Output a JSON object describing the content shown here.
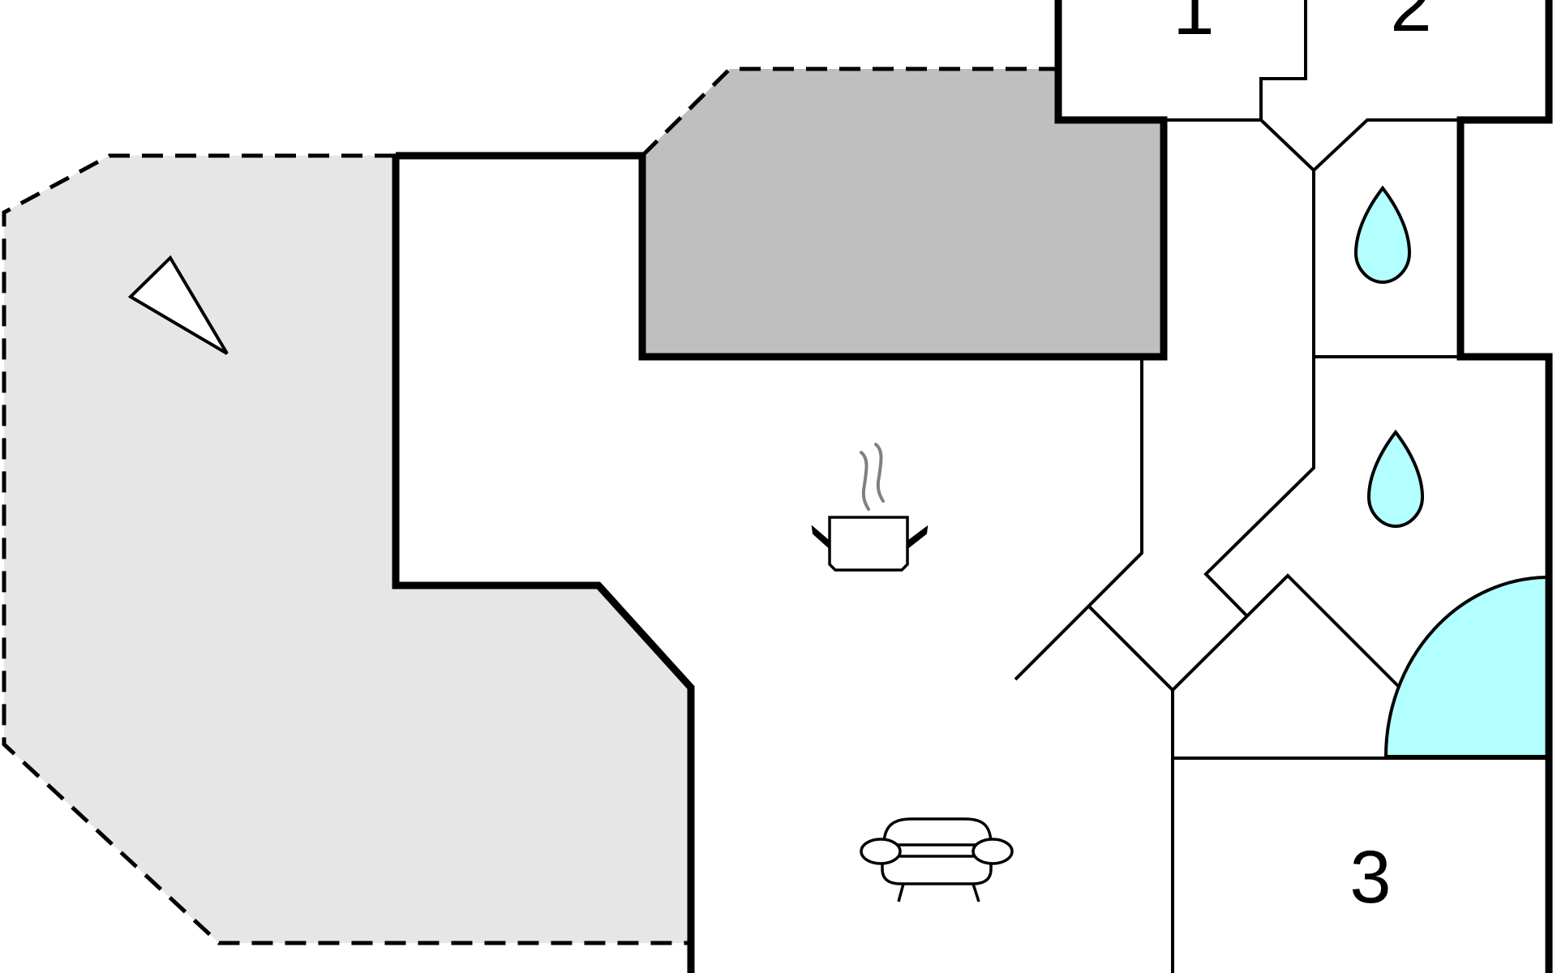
{
  "floorplan": {
    "rooms": [
      {
        "label": "1"
      },
      {
        "label": "2"
      },
      {
        "label": "3"
      }
    ],
    "colors": {
      "terrace": "#e6e6e6",
      "covered_area": "#bfbfbf",
      "water": "#b3ffff",
      "wall": "#000000",
      "steam": "#808080"
    },
    "icons": [
      "north-arrow-icon",
      "kitchen-pot-icon",
      "sofa-icon",
      "water-drop-icon",
      "shower-icon"
    ]
  }
}
